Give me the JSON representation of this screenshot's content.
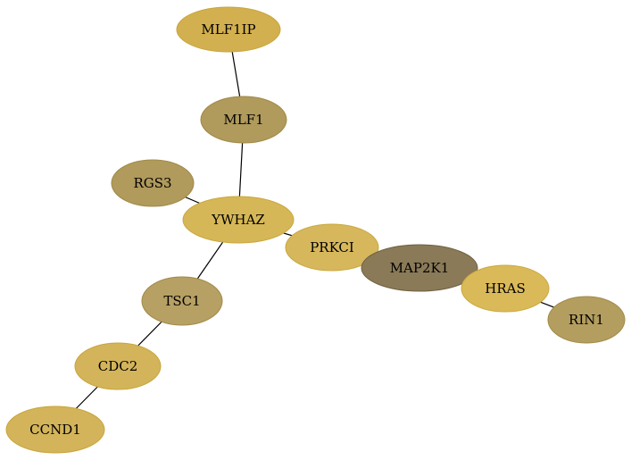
{
  "graph": {
    "nodes": [
      {
        "id": "MLF1IP",
        "label": "MLF1IP",
        "fill": "#d3b04f",
        "stroke": "#c8a53a"
      },
      {
        "id": "MLF1",
        "label": "MLF1",
        "fill": "#b09a5c",
        "stroke": "#a08a47"
      },
      {
        "id": "RGS3",
        "label": "RGS3",
        "fill": "#b09a5c",
        "stroke": "#a08a47"
      },
      {
        "id": "YWHAZ",
        "label": "YWHAZ",
        "fill": "#d6b757",
        "stroke": "#c9a83f"
      },
      {
        "id": "PRKCI",
        "label": "PRKCI",
        "fill": "#d6b75c",
        "stroke": "#c9a83f"
      },
      {
        "id": "MAP2K1",
        "label": "MAP2K1",
        "fill": "#8a7a58",
        "stroke": "#706040"
      },
      {
        "id": "HRAS",
        "label": "HRAS",
        "fill": "#dab959",
        "stroke": "#cba93f"
      },
      {
        "id": "RIN1",
        "label": "RIN1",
        "fill": "#b49e5f",
        "stroke": "#a08a47"
      },
      {
        "id": "TSC1",
        "label": "TSC1",
        "fill": "#b7a063",
        "stroke": "#a08a47"
      },
      {
        "id": "CDC2",
        "label": "CDC2",
        "fill": "#d3b45a",
        "stroke": "#c8a53a"
      },
      {
        "id": "CCND1",
        "label": "CCND1",
        "fill": "#d3b45a",
        "stroke": "#c8a53a"
      }
    ],
    "edges": [
      {
        "source": "MLF1IP",
        "target": "MLF1"
      },
      {
        "source": "MLF1",
        "target": "YWHAZ"
      },
      {
        "source": "RGS3",
        "target": "YWHAZ"
      },
      {
        "source": "YWHAZ",
        "target": "PRKCI"
      },
      {
        "source": "YWHAZ",
        "target": "TSC1"
      },
      {
        "source": "PRKCI",
        "target": "MAP2K1"
      },
      {
        "source": "MAP2K1",
        "target": "HRAS"
      },
      {
        "source": "HRAS",
        "target": "RIN1"
      },
      {
        "source": "TSC1",
        "target": "CDC2"
      },
      {
        "source": "CDC2",
        "target": "CCND1"
      }
    ]
  }
}
